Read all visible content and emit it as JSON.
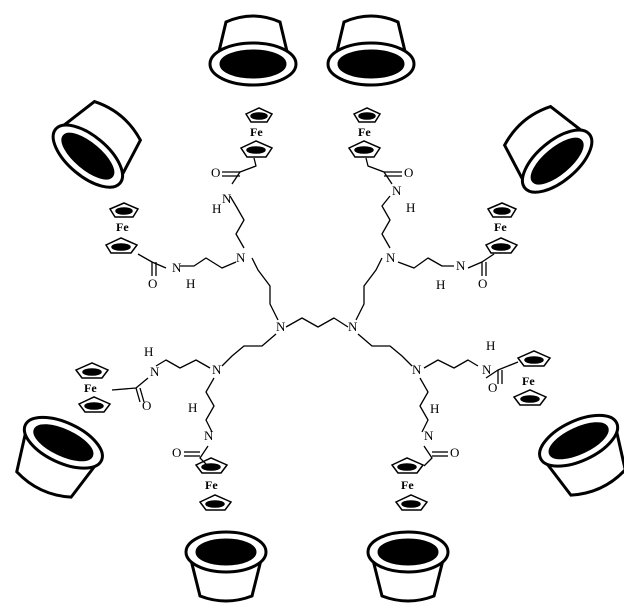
{
  "atoms": {
    "nitrogen": "N",
    "hydrogen": "H",
    "oxygen": "O",
    "iron": "Fe"
  },
  "colors": {
    "line": "#000000",
    "fill": "#000000",
    "background": "#ffffff"
  },
  "units": [
    {
      "id": "u1",
      "cavity": "cyclodextrin-top-left"
    },
    {
      "id": "u2",
      "cavity": "cyclodextrin-top-right"
    },
    {
      "id": "u3",
      "cavity": "cyclodextrin-upper-right"
    },
    {
      "id": "u4",
      "cavity": "cyclodextrin-lower-right"
    },
    {
      "id": "u5",
      "cavity": "cyclodextrin-bottom-right"
    },
    {
      "id": "u6",
      "cavity": "cyclodextrin-bottom-left"
    },
    {
      "id": "u7",
      "cavity": "cyclodextrin-lower-left"
    },
    {
      "id": "u8",
      "cavity": "cyclodextrin-upper-left"
    }
  ]
}
